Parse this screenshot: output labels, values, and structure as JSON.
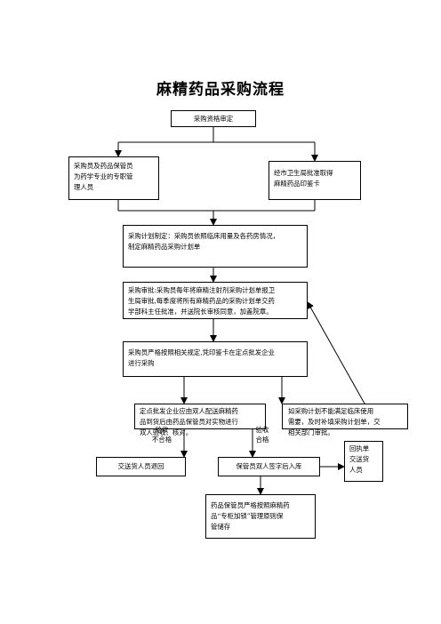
{
  "title": "麻精药品采购流程",
  "nodes": {
    "qualification": "采购资格审定",
    "buyer": "采购员及药品保管员\n为药学专业的专职管\n理人员",
    "card": "经市卫生局批准取得\n麻精药品印鉴卡",
    "plan": "采购计划制定：采购员依照临床用量及各药房情况，\n制定麻精药品采购计划单",
    "approval": "采购审批:采购员每年将麻精注射剂采购计划单报卫\n生局审批,每季度将所有麻精药品的采购计划单交药\n学部科主任批准，并送院长审核同意，加盖院章。",
    "purchase": "采购员严格按照相关规定,凭印鉴卡在定点批发企业\n进行采购",
    "delivery": "定点批发企业应由双人配送麻精药\n品到货后由药品保管员对实物进行\n双人验收、核对。",
    "supplement": "如采购计划不能满足临床使用\n需要，及时补填采购计划单，交\n相关部门审批。",
    "return": "交送货人员退回",
    "storage": "保管员双人签字后入库",
    "receipt": "回执单\n交送货\n人员",
    "keep": "药品保管员严格按照麻精药\n品“专柜加锁”管理原则保\n管储存"
  },
  "labels": {
    "fail": "验收\n不合格",
    "pass": "验收\n合格"
  }
}
